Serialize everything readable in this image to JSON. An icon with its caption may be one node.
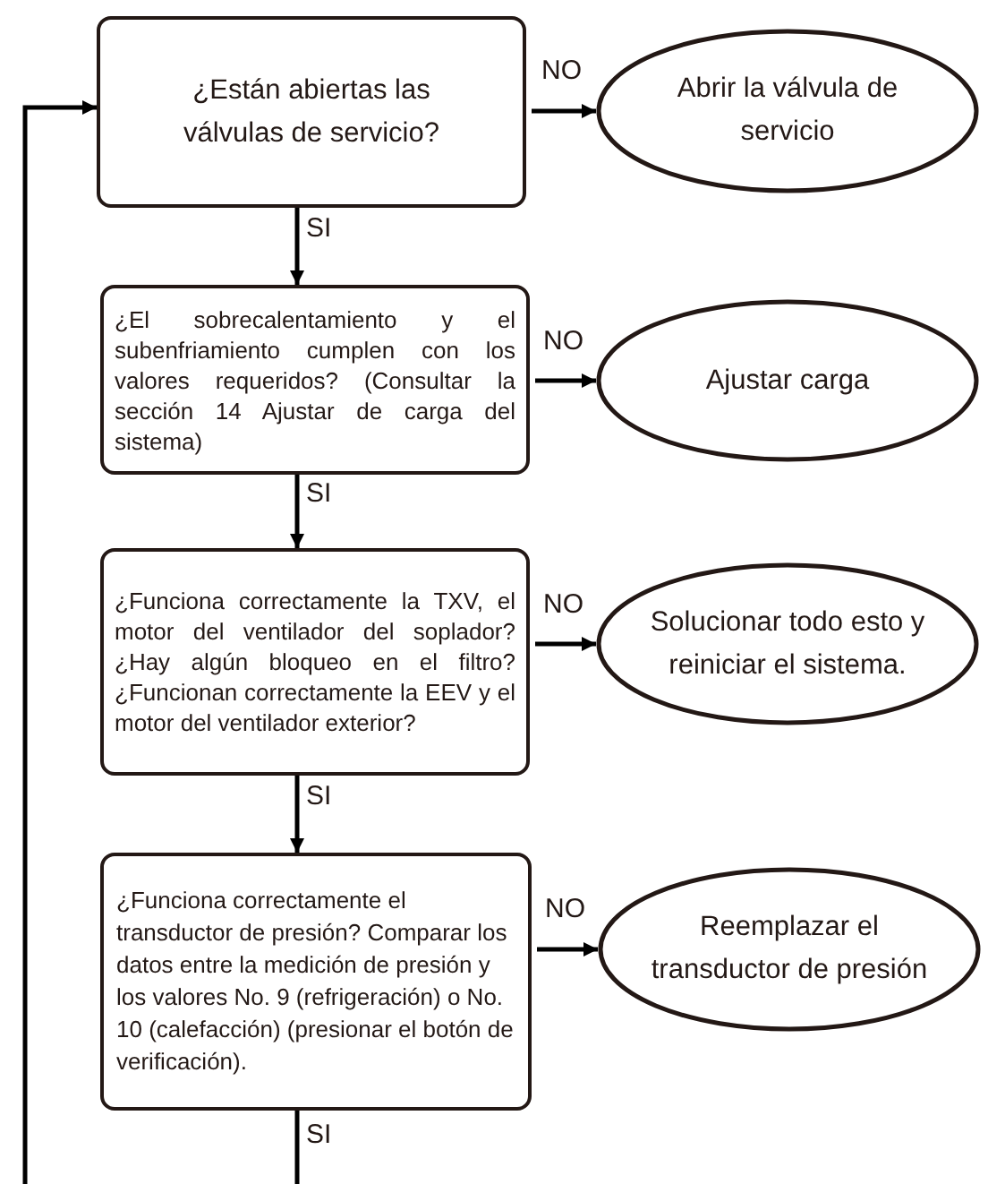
{
  "diagram": {
    "nodes": [
      {
        "text": [
          "¿Están abiertas las válvulas de servicio?"
        ]
      },
      {
        "text": [
          "Abrir la válvula de servicio"
        ]
      },
      {
        "text": [
          "¿El sobrecalentamiento y el subenfriamiento cumplen con los valores requeridos? (Consultar la sección 14 Ajustar de carga del sistema)"
        ]
      },
      {
        "text": [
          "Ajustar carga"
        ]
      },
      {
        "text": [
          "¿Funciona correctamente la TXV, el motor del ventilador del soplador? ¿Hay algún bloqueo en el filtro? ¿Funcionan correctamente la EEV y el motor del ventilador exterior?"
        ]
      },
      {
        "text": [
          "Solucionar todo esto y reiniciar el sistema."
        ]
      },
      {
        "text": [
          "¿Funciona correctamente el transductor de presión? Comparar los datos entre la medición de presión y los valores No. 9 (refrigeración) o No. 10 (calefacción) (presionar el botón de verificación)."
        ]
      },
      {
        "text": [
          "Reemplazar el transductor de presión"
        ]
      }
    ],
    "edges": [
      {
        "from": 0,
        "to": 1,
        "label": "NO",
        "arrow": "to"
      },
      {
        "from": 0,
        "to": 2,
        "label": "SI",
        "arrow": "to"
      },
      {
        "from": 2,
        "to": 3,
        "label": "NO",
        "arrow": "to"
      },
      {
        "from": 2,
        "to": 4,
        "label": "SI",
        "arrow": "to"
      },
      {
        "from": 4,
        "to": 5,
        "label": "NO",
        "arrow": "to"
      },
      {
        "from": 4,
        "to": 6,
        "label": "SI",
        "arrow": "to"
      },
      {
        "from": 6,
        "to": 7,
        "label": "NO",
        "arrow": "to"
      },
      {
        "from": 6,
        "to": null,
        "label": "SI",
        "arrow": "none"
      },
      {
        "from": null,
        "to": 0,
        "arrow": "to"
      }
    ]
  }
}
